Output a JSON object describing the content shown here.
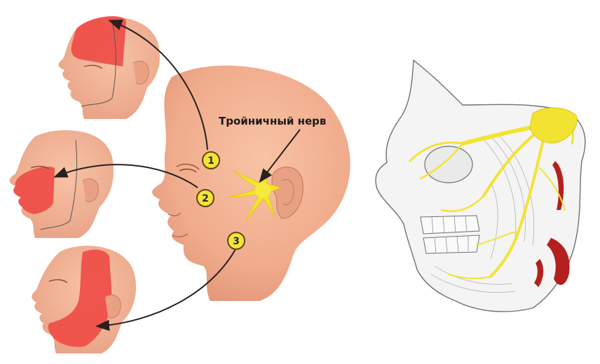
{
  "diagram": {
    "nerve_label": "Тройничный нерв",
    "branches": [
      {
        "number": "1"
      },
      {
        "number": "2"
      },
      {
        "number": "3"
      }
    ],
    "colors": {
      "skin": "#f4b394",
      "skin_shadow": "#e3977a",
      "pain_zone": "#ee4a45",
      "nerve": "#f3e331",
      "badge_fill": "#f5e33a",
      "badge_stroke": "#5b4a0f",
      "arrow": "#2a2020",
      "anatomy_line": "#606060",
      "vessel": "#b3201e"
    }
  }
}
